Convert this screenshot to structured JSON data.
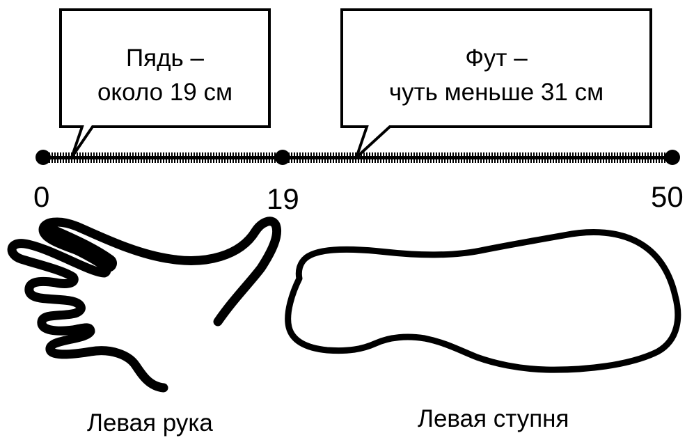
{
  "callouts": {
    "span": {
      "line1": "Пядь –",
      "line2": "около 19 см"
    },
    "foot": {
      "line1": "Фут –",
      "line2": "чуть меньше 31 см"
    }
  },
  "scale": {
    "marks": [
      {
        "value": 0,
        "label": "0"
      },
      {
        "value": 19,
        "label": "19"
      },
      {
        "value": 50,
        "label": "50"
      }
    ],
    "unit_note": "cm"
  },
  "captions": {
    "hand": "Левая рука",
    "foot": "Левая ступня"
  },
  "colors": {
    "ink": "#000000",
    "background": "#ffffff"
  }
}
